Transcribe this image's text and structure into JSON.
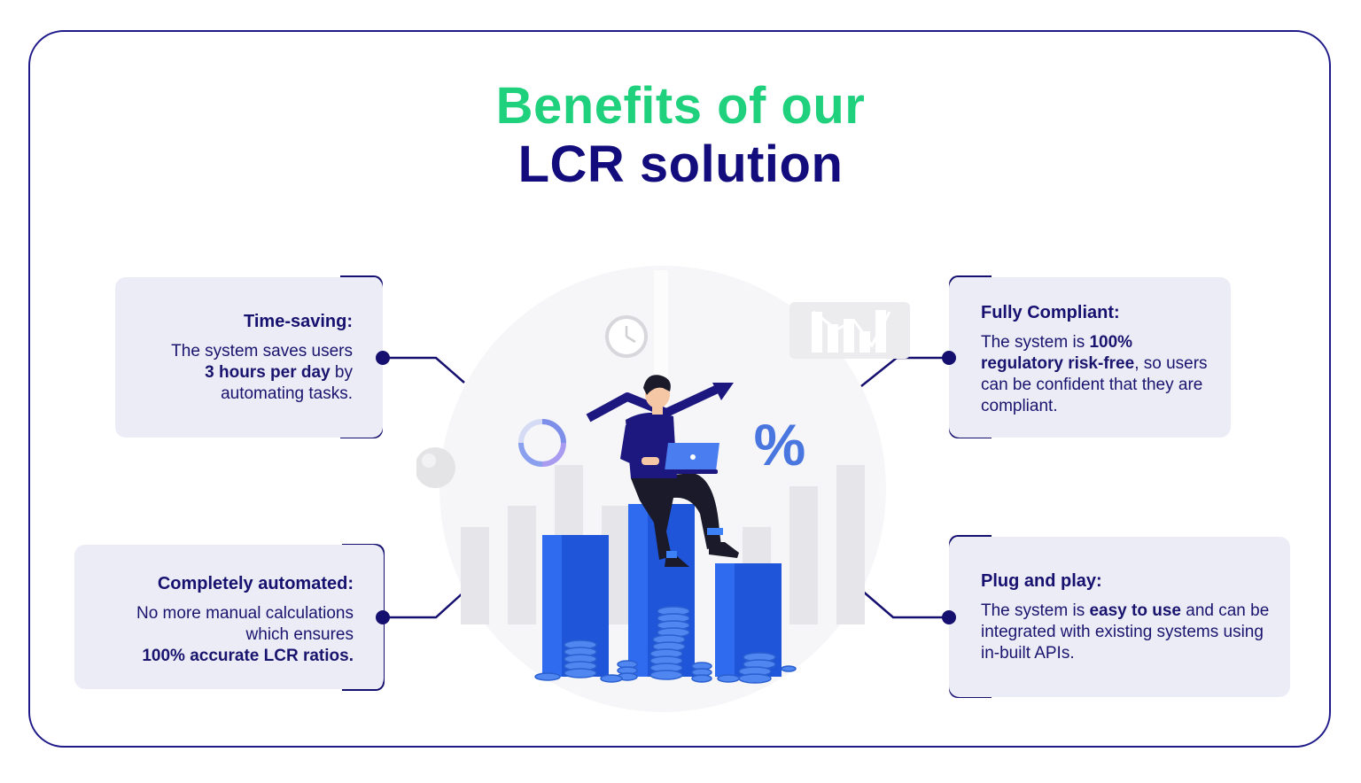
{
  "title": {
    "line1": "Benefits of our",
    "line2": "LCR solution"
  },
  "colors": {
    "title_green": "#1fd17c",
    "navy": "#130c7c",
    "card_bg": "#ececf7",
    "bar_blue": "#1f55d8"
  },
  "benefits": {
    "time_saving": {
      "heading": "Time-saving:",
      "text_before": "The system saves users",
      "highlight": "3 hours per day",
      "text_after": "by automating tasks."
    },
    "automated": {
      "heading": "Completely automated:",
      "text_before": "No more manual calculations which ensures",
      "highlight": "100% accurate LCR ratios."
    },
    "compliant": {
      "heading": "Fully Compliant:",
      "text_before": "The system is",
      "highlight": "100% regulatory risk-free",
      "text_after": ", so users can be confident that they are compliant."
    },
    "plug_play": {
      "heading": "Plug and play:",
      "text_before": "The system is",
      "highlight": "easy to use",
      "text_after": "and can be integrated with existing systems using in-built APIs."
    }
  },
  "illustration": {
    "icons": [
      "clock-icon",
      "donut-chart-icon",
      "percent-icon",
      "bar-chart-icon",
      "trend-arrow-icon",
      "laptop-icon"
    ],
    "percent_symbol": "%"
  }
}
